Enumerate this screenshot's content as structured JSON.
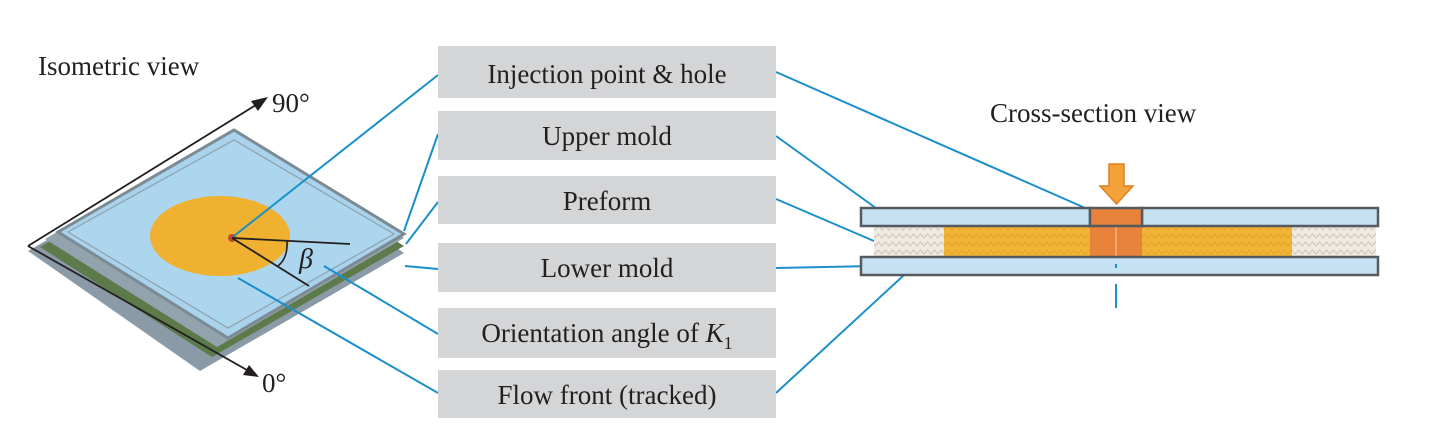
{
  "iso_title": "Isometric view",
  "cross_title": "Cross-section view",
  "axis_90": "90°",
  "axis_0": "0°",
  "beta_symbol": "β",
  "labels": {
    "injection": "Injection point & hole",
    "upper_mold": "Upper mold",
    "preform": "Preform",
    "lower_mold": "Lower mold",
    "orientation_prefix": "Orientation angle of ",
    "orientation_var": "K",
    "orientation_sub": "1",
    "flow_front": "Flow front (tracked)"
  },
  "colors": {
    "leader_line": "#1a8fc9",
    "label_box": "#d4d5d7",
    "mold_blue": "#c6e2f2",
    "mold_top": "#a9d3ec",
    "preform_green": "#5d7a4a",
    "resin_orange": "#f0b030",
    "inlet_orange": "#e8823a",
    "outline": "#555a60",
    "fiber_white": "#eeeae2"
  }
}
